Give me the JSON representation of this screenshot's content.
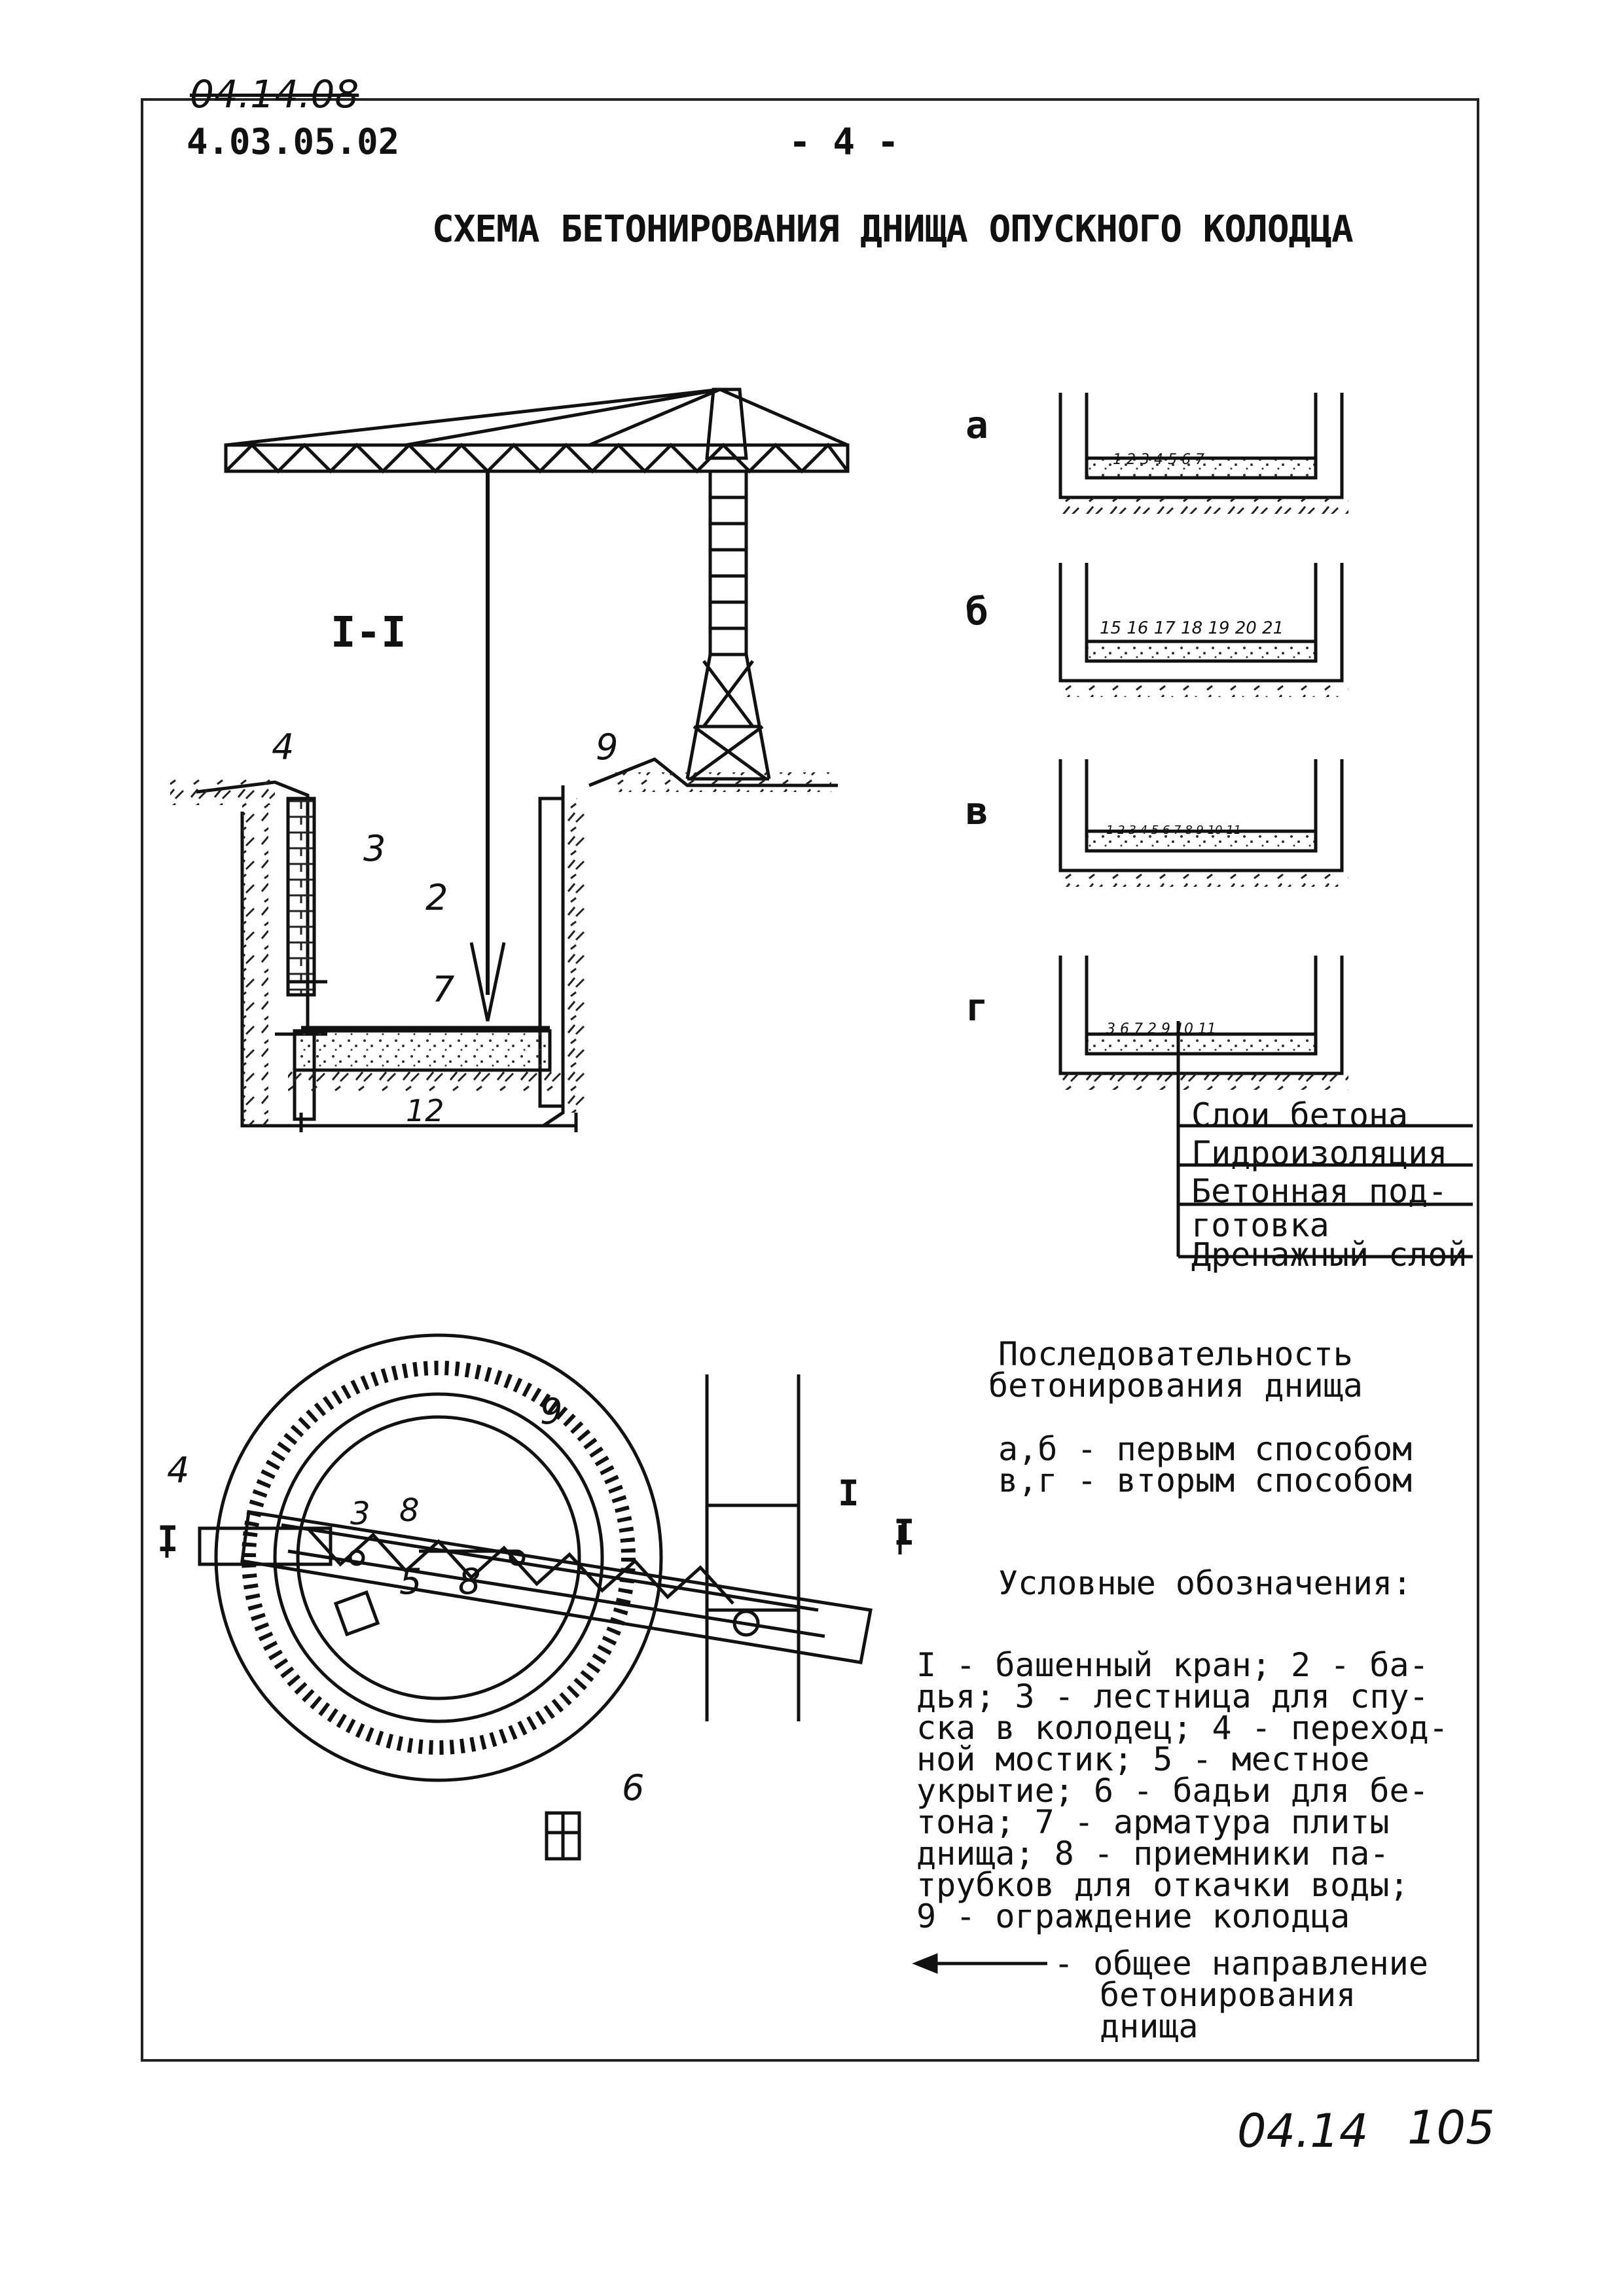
{
  "header": {
    "handwritten_code": "04.14.08",
    "doc_code": "4.03.05.02",
    "page_number": "- 4 -",
    "title": "СХЕМА БЕТОНИРОВАНИЯ ДНИЩА ОПУСКНОГО КОЛОДЦА"
  },
  "section_label": "I-I",
  "callouts": {
    "c2": "2",
    "c3": "3",
    "c4": "4",
    "c7": "7",
    "c9": "9",
    "c12": "12",
    "p_c3": "3",
    "p_c4": "4",
    "p_c5": "5",
    "p_c6": "6",
    "p_c8a": "8",
    "p_c8b": "8",
    "p_c9": "9",
    "p_I_left": "I",
    "p_I_right": "I",
    "p_I_crane": "I"
  },
  "variants": [
    {
      "letter": "а",
      "numbers": "1 2 3 4 5 6 7"
    },
    {
      "letter": "б",
      "numbers": "15 16 17 18 19 20 21"
    },
    {
      "letter": "в",
      "numbers": "1 2 3 4 5 6 7 8 9 10 11"
    },
    {
      "letter": "г",
      "numbers": "3 6 7 2 9 10 11"
    }
  ],
  "layers": [
    "Слои бетона",
    "Гидроизоляция",
    "Бетонная под-",
    "готовка",
    "Дренажный слой"
  ],
  "sequence": {
    "heading1": "Последовательность",
    "heading2": "бетонирования  днища",
    "line1": "а,б - первым способом",
    "line2": "в,г - вторым способом"
  },
  "legend": {
    "heading": "Условные обозначения:",
    "lines": [
      "I - башенный кран; 2 - ба-",
      "дья; 3 - лестница для спу-",
      "ска в колодец; 4 - переход-",
      "ной мостик; 5 - местное",
      "укрытие; 6 - бадьи для бе-",
      "тона; 7 - арматура плиты",
      "днища; 8 - приемники па-",
      "трубков для откачки воды;",
      "9 - ограждение колодца"
    ],
    "arrow_line1": "- общее направление",
    "arrow_line2": "бетонирования",
    "arrow_line3": "днища"
  },
  "footer": {
    "handwritten_left": "04.14",
    "handwritten_right": "105"
  }
}
